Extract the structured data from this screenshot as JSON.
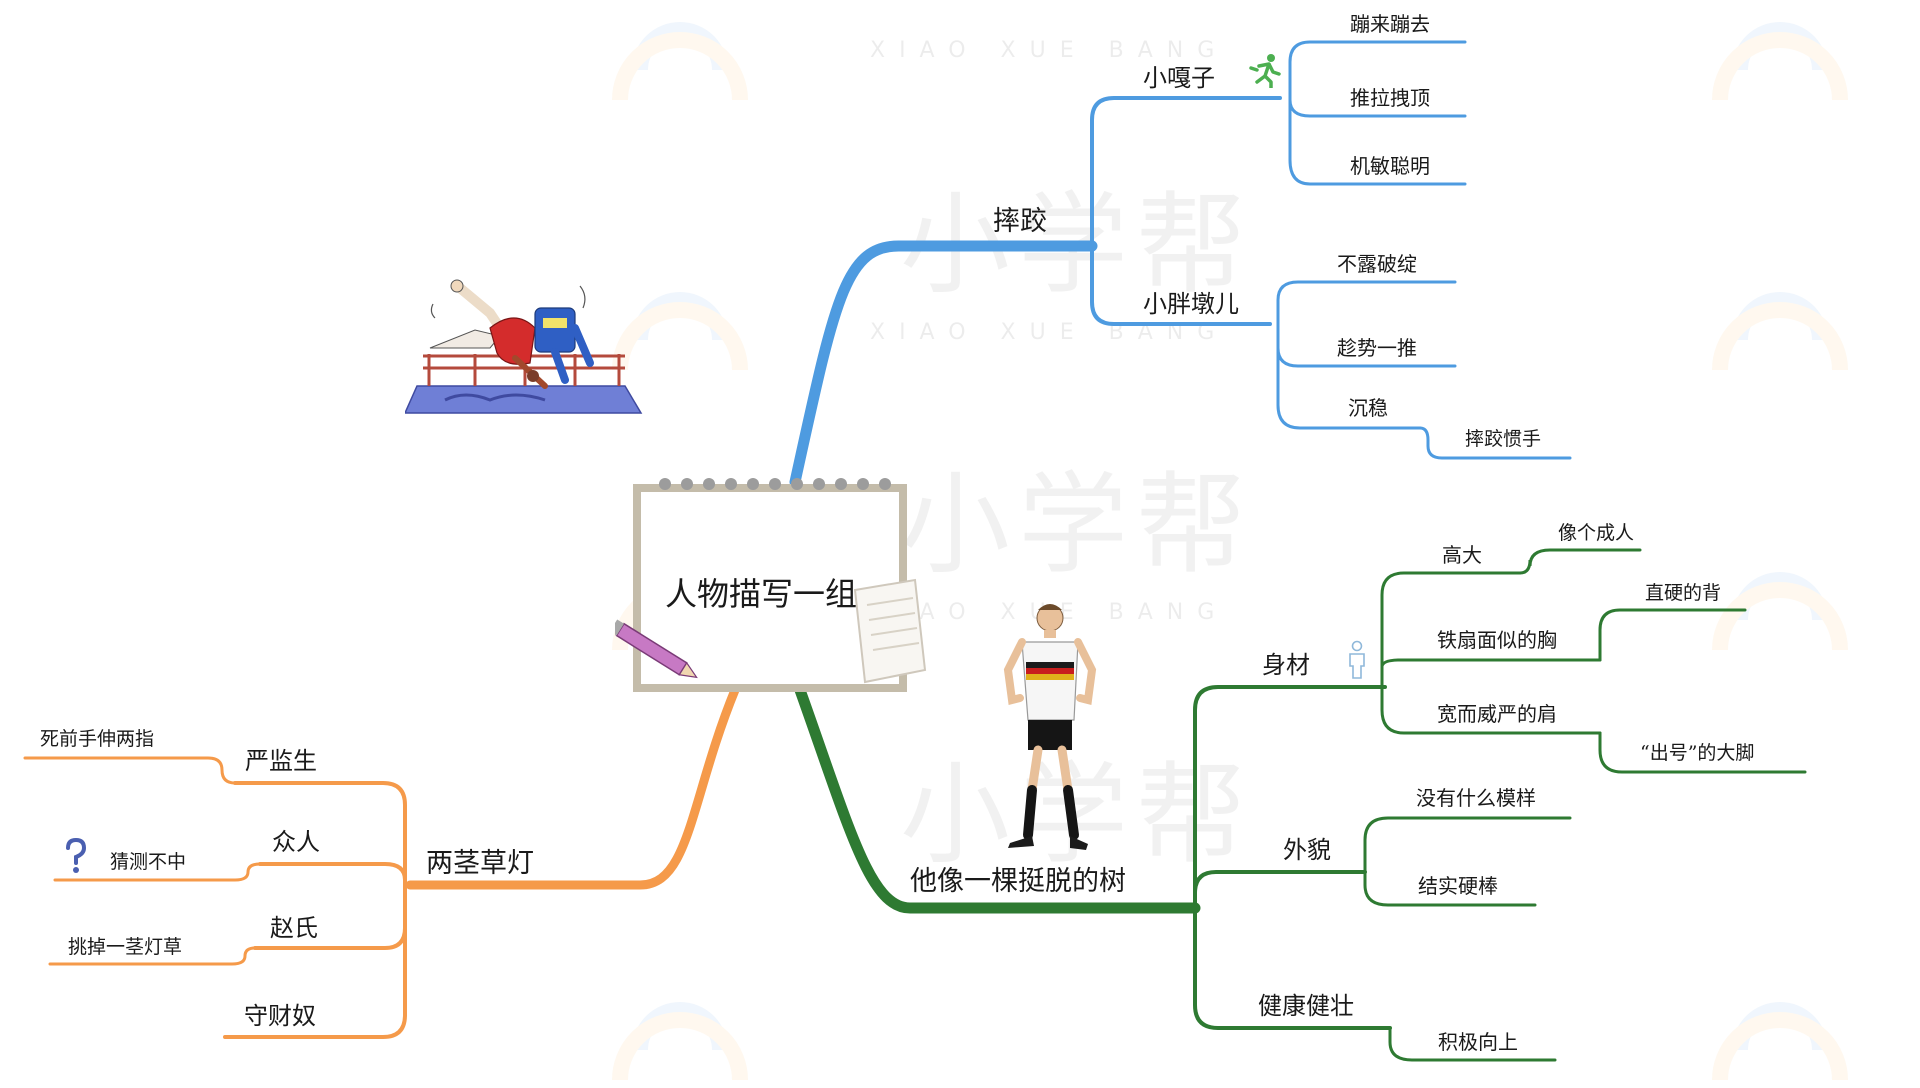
{
  "center": {
    "title": "人物描写一组"
  },
  "colors": {
    "blue": "#4e9be0",
    "green": "#2e7a32",
    "orange": "#f59a4a"
  },
  "branches": {
    "shuaijiao": {
      "label": "摔跤",
      "xiaogazi": {
        "label": "小嘎子",
        "items": [
          "蹦来蹦去",
          "推拉拽顶",
          "机敏聪明"
        ]
      },
      "xiaopangdun": {
        "label": "小胖墩儿",
        "items": [
          "不露破绽",
          "趁势一推",
          "沉稳"
        ],
        "sub": "摔跤惯手"
      }
    },
    "tree": {
      "label": "他像一棵挺脱的树",
      "shencai": {
        "label": "身材",
        "gaoda": {
          "label": "高大",
          "sub": "像个成人"
        },
        "xiong": {
          "label": "铁扇面似的胸",
          "sub": "直硬的背"
        },
        "jian": {
          "label": "宽而威严的肩",
          "sub": "“出号”的大脚"
        }
      },
      "waimao": {
        "label": "外貌",
        "items": [
          "没有什么模样",
          "结实硬棒"
        ]
      },
      "jiankang": {
        "label": "健康健壮",
        "sub": "积极向上"
      }
    },
    "lamp": {
      "label": "两茎草灯",
      "yanjiansheng": {
        "label": "严监生",
        "sub": "死前手伸两指"
      },
      "zhongren": {
        "label": "众人",
        "sub": "猜测不中"
      },
      "zhaoshi": {
        "label": "赵氏",
        "sub": "挑掉一茎灯草"
      },
      "shoucainu": {
        "label": "守财奴"
      }
    }
  },
  "watermark": {
    "name": "小学帮",
    "pinyin": "XIAO XUE BANG"
  },
  "icons": [
    "runner-icon",
    "person-outline-icon",
    "question-icon",
    "pencil-icon",
    "notebook-icon"
  ]
}
